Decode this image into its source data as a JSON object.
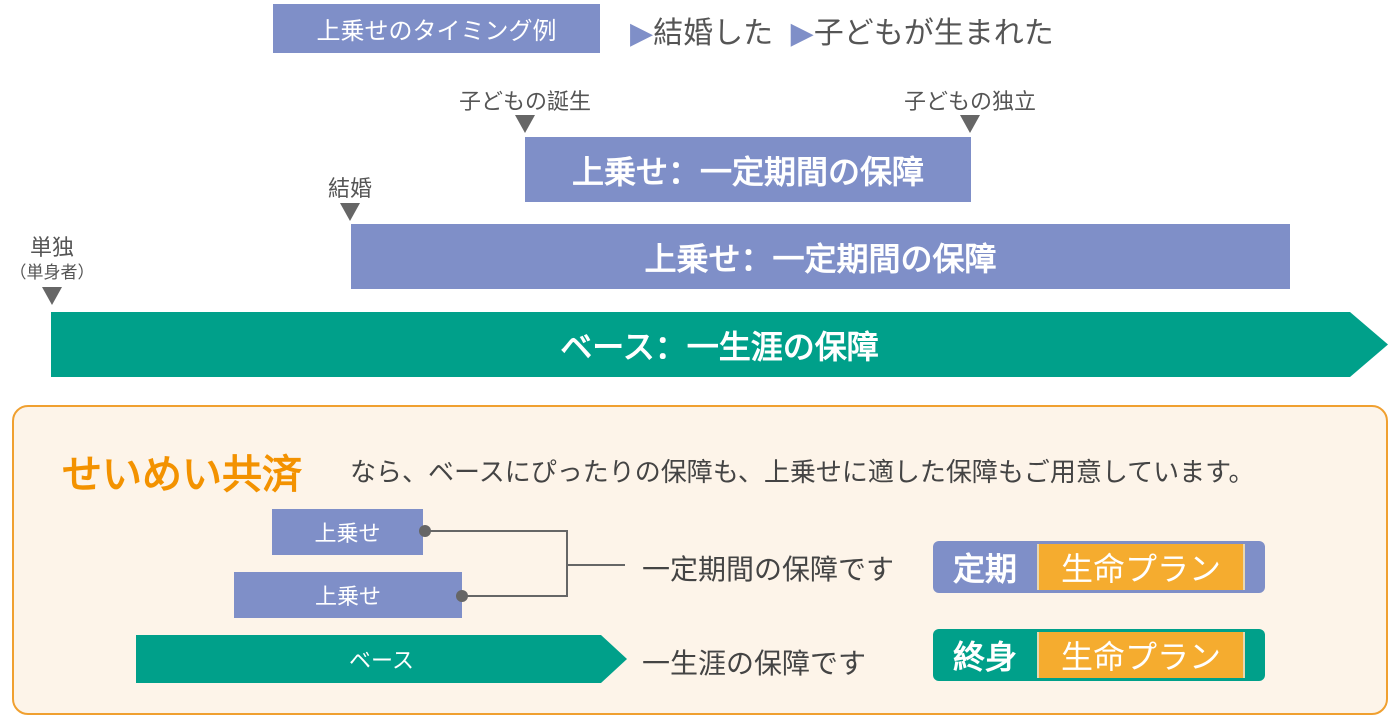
{
  "header": {
    "label": "上乗せのタイミング例",
    "example1": "結婚した",
    "example2": "子どもが生まれた"
  },
  "timeline": {
    "events": {
      "birth": "子どもの誕生",
      "independence": "子どもの独立",
      "marriage": "結婚",
      "single": "単独",
      "single_note": "（単身者）"
    },
    "bars": {
      "addon_child": "上乗せ：一定期間の保障",
      "addon_marriage": "上乗せ：一定期間の保障",
      "base": "ベース：一生涯の保障"
    }
  },
  "info": {
    "brand": "せいめい共済",
    "tagline": "なら、ベースにぴったりの保障も、上乗せに適した保障もご用意しています。",
    "addon1": "上乗せ",
    "addon2": "上乗せ",
    "base": "ベース",
    "term_text": "一定期間の保障です",
    "life_text": "一生涯の保障です",
    "term_badge": {
      "kind": "定期",
      "plan": "生命プラン"
    },
    "life_badge": {
      "kind": "終身",
      "plan": "生命プラン"
    }
  },
  "colors": {
    "addon": "#7f8fc8",
    "base": "#00a08a",
    "accent": "#f39200",
    "plan": "#f5ac2f"
  }
}
